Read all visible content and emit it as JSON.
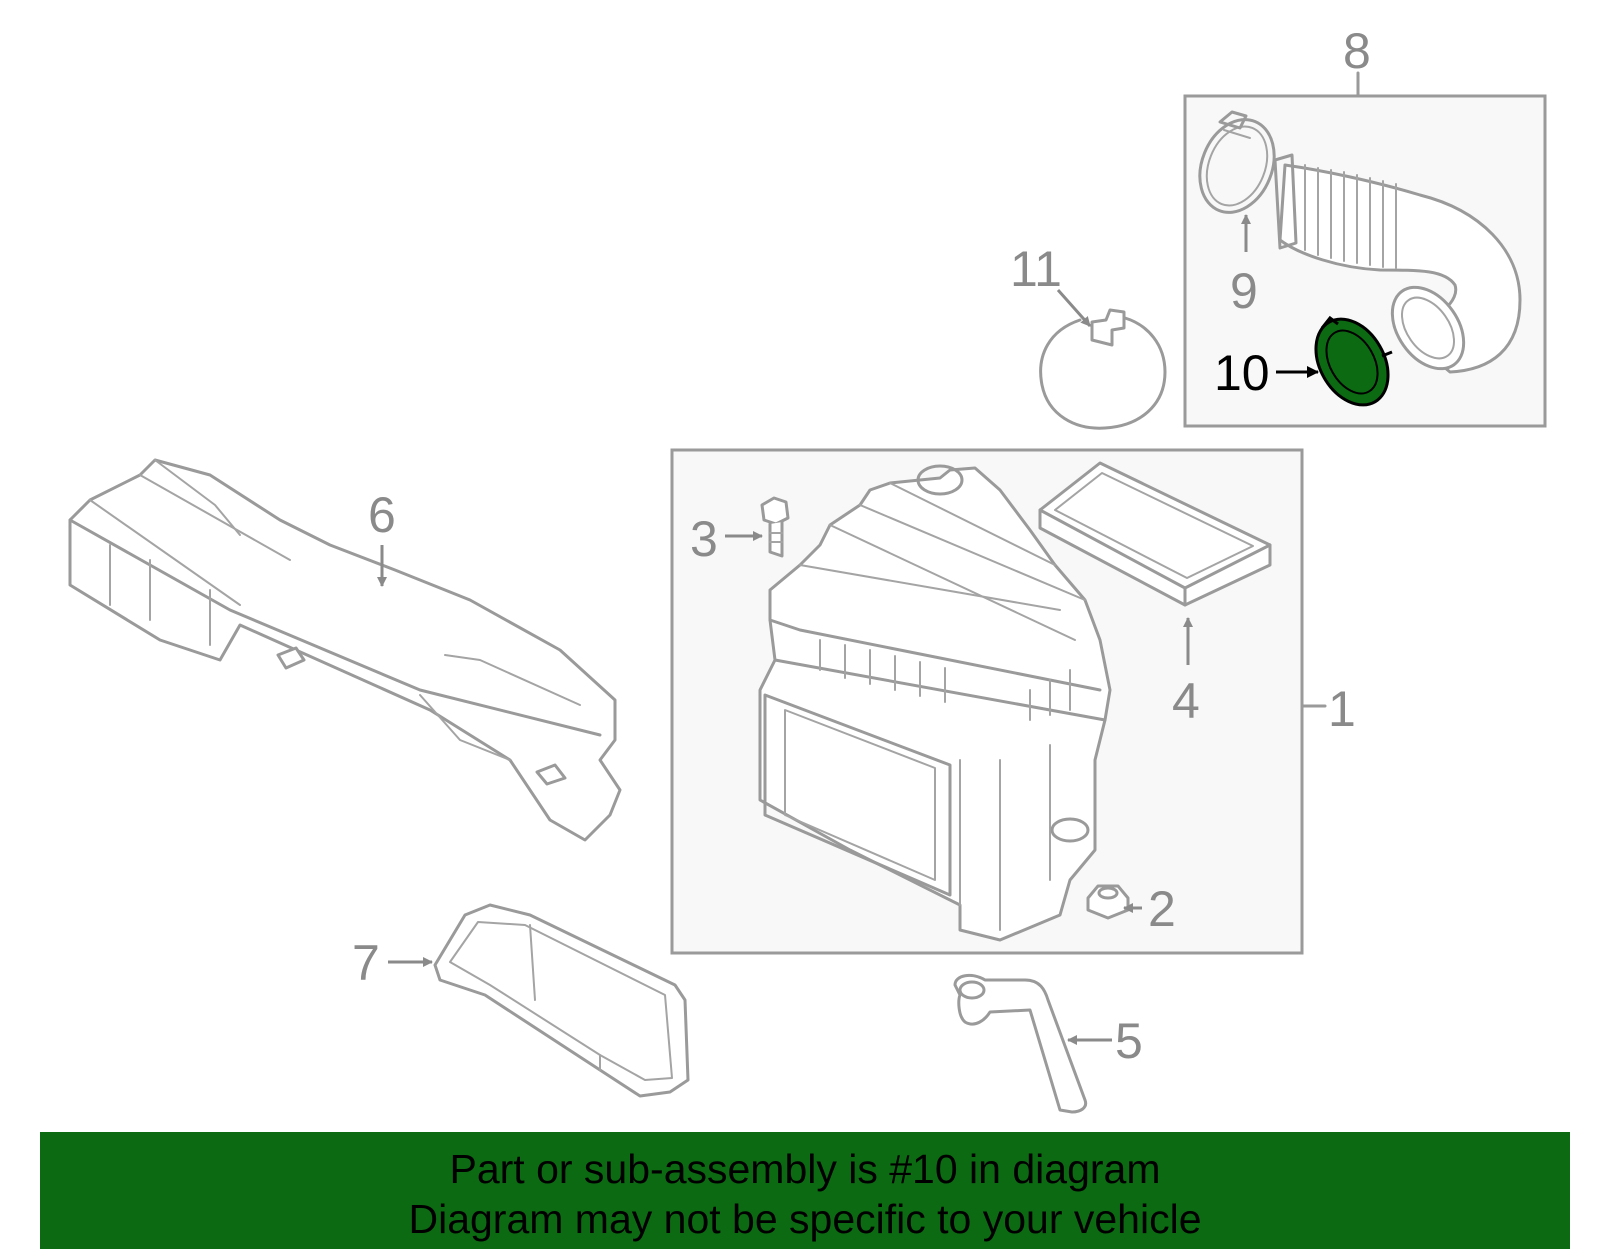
{
  "diagram": {
    "callouts": [
      {
        "id": "1",
        "label": "1"
      },
      {
        "id": "2",
        "label": "2"
      },
      {
        "id": "3",
        "label": "3"
      },
      {
        "id": "4",
        "label": "4"
      },
      {
        "id": "5",
        "label": "5"
      },
      {
        "id": "6",
        "label": "6"
      },
      {
        "id": "7",
        "label": "7"
      },
      {
        "id": "8",
        "label": "8"
      },
      {
        "id": "9",
        "label": "9"
      },
      {
        "id": "10",
        "label": "10"
      },
      {
        "id": "11",
        "label": "11"
      }
    ],
    "highlighted_part": "10",
    "colors": {
      "highlight": "#0c6a12",
      "line": "#9a9a9a",
      "label": "#8a8a8a",
      "subassembly_box_fill": "#f8f8f8"
    }
  },
  "banner": {
    "line1": "Part or sub-assembly is #10 in diagram",
    "line2": "Diagram may not be specific to your vehicle",
    "background": "#0c6a12"
  }
}
